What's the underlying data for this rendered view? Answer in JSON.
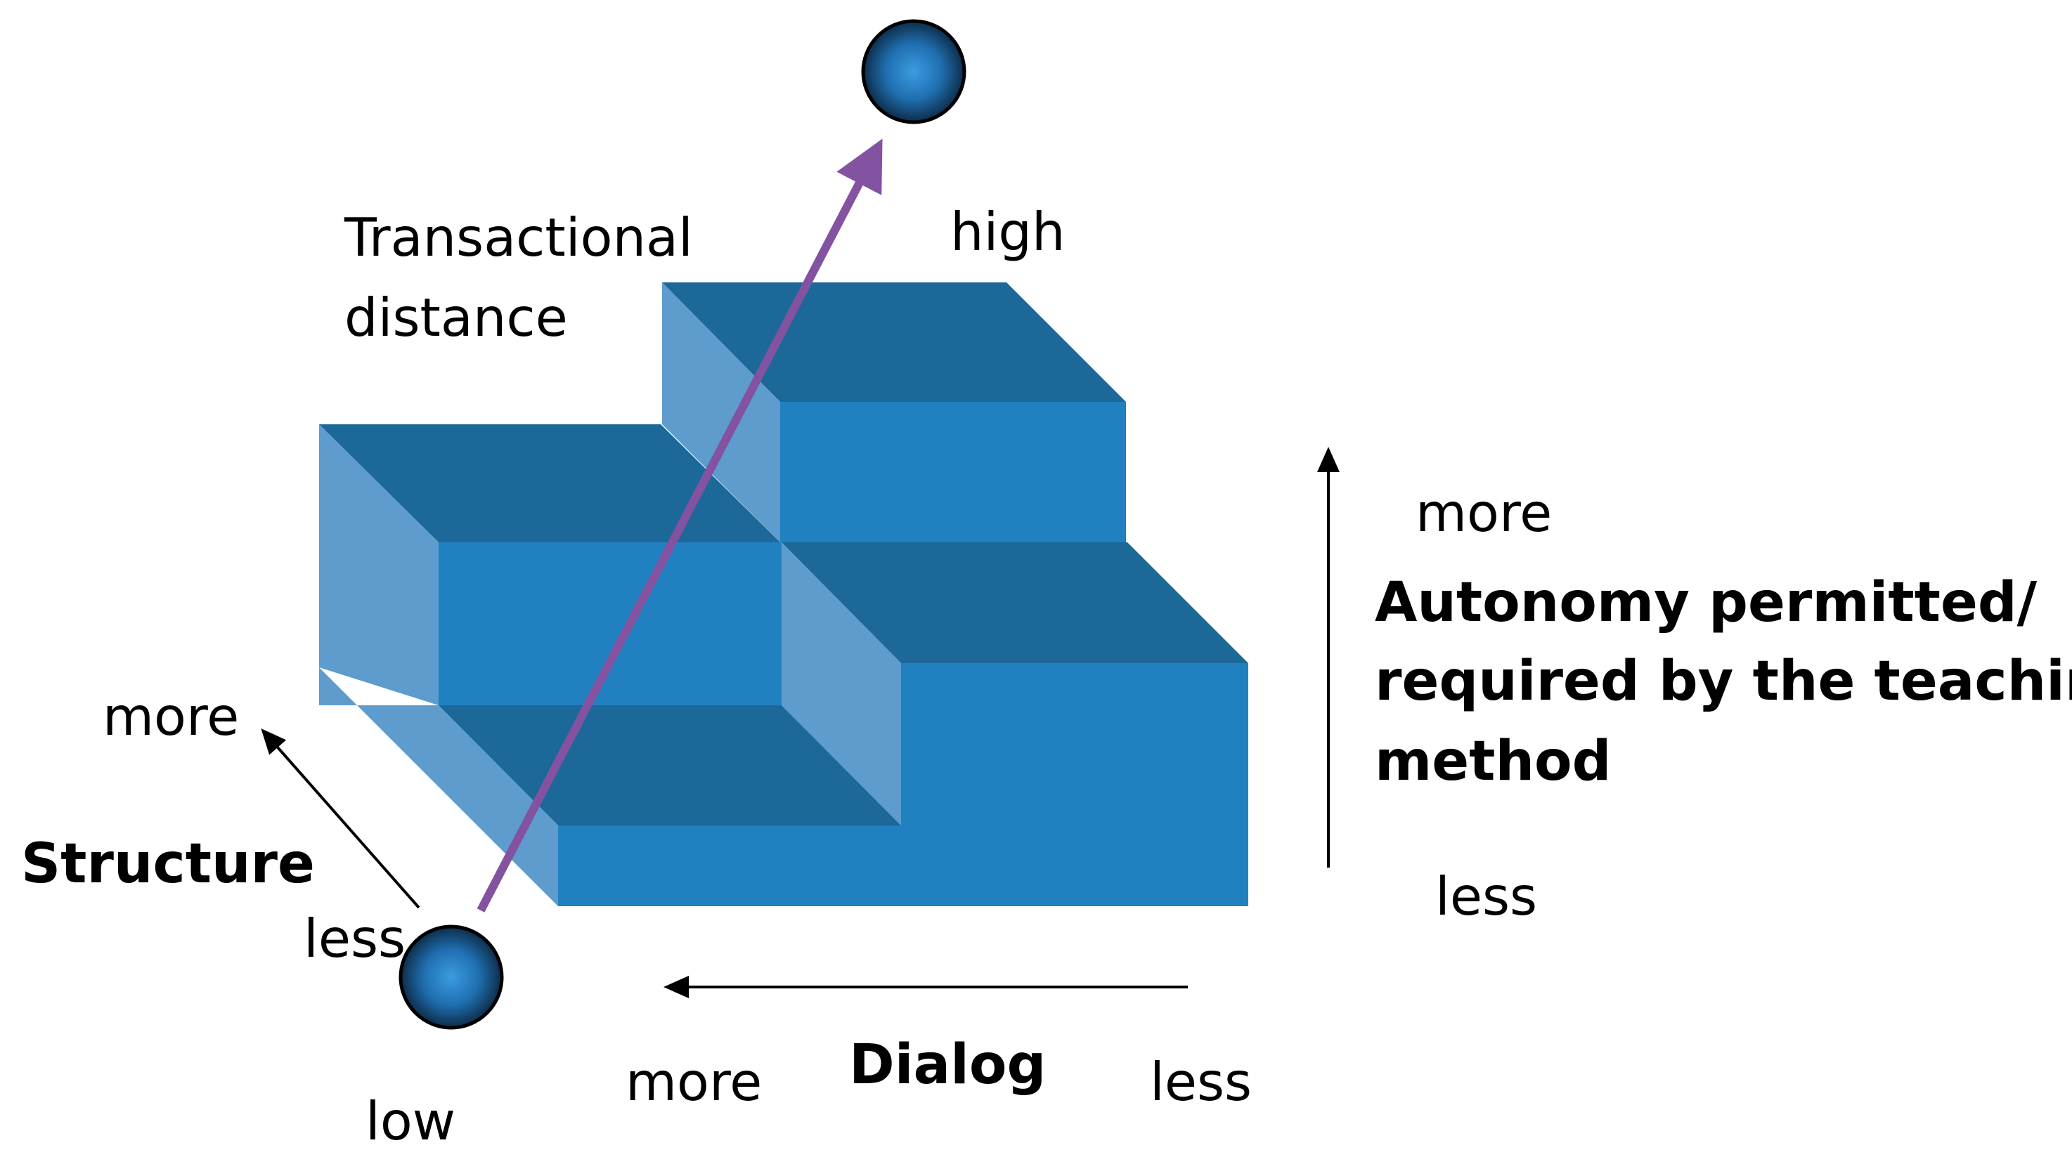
{
  "labels": {
    "transactional_distance_line1": "Transactional",
    "transactional_distance_line2": "distance",
    "high": "high",
    "low": "low",
    "autonomy_more": "more",
    "autonomy_less": "less",
    "autonomy_title_line1": "Autonomy permitted/",
    "autonomy_title_line2": "required by the teaching",
    "autonomy_title_line3": "method",
    "structure_more": "more",
    "structure_title": "Structure",
    "structure_less": "less",
    "dialog_more": "more",
    "dialog_title": "Dialog",
    "dialog_less": "less"
  },
  "colors": {
    "face_front": "#2180c0",
    "face_top": "#1b6899",
    "face_side": "#5d9ccd",
    "transaction_arrow": "#8352a1",
    "axis_arrow": "#000000",
    "sphere_center": "#3b9ce0",
    "sphere_edge": "#0d2c48"
  }
}
